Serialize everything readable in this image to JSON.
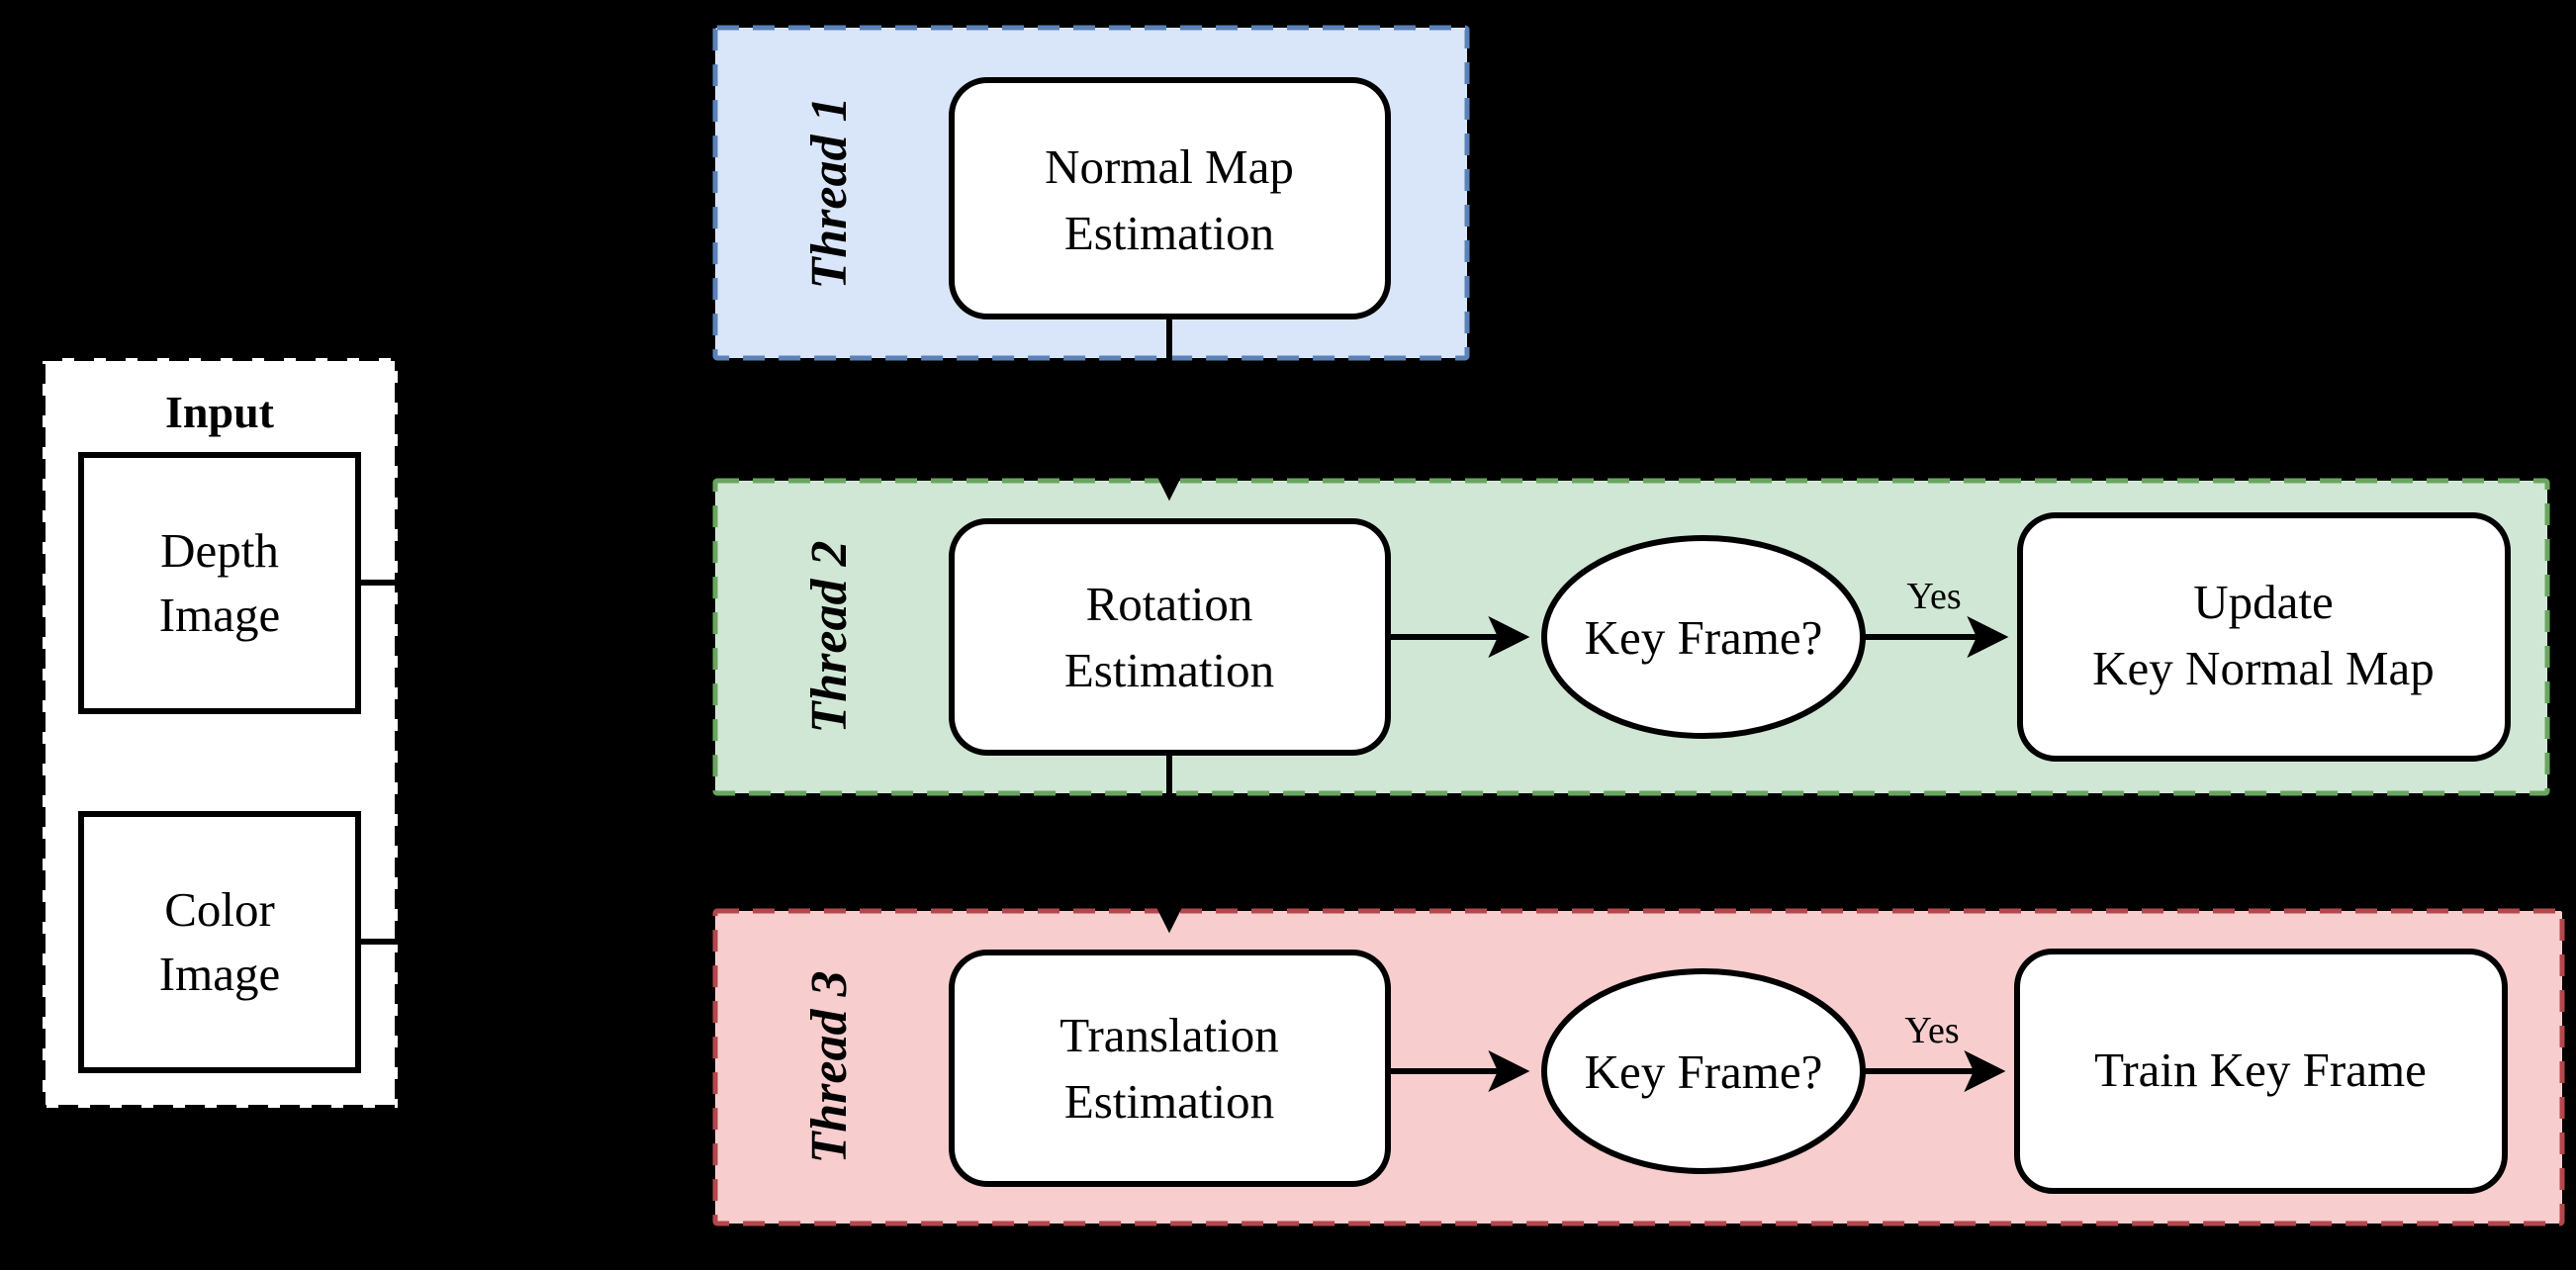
{
  "diagram": {
    "title_present": false,
    "background_color": "#000000",
    "input_panel": {
      "label": "Input",
      "fill": "#ffffff",
      "border_color": "#000000",
      "border_style": "dashed",
      "items": [
        {
          "label_line1": "Depth",
          "label_line2": "Image"
        },
        {
          "label_line1": "Color",
          "label_line2": "Image"
        }
      ]
    },
    "threads": [
      {
        "label": "Thread 1",
        "fill": "#d9e5f8",
        "border_color": "#5b82b8",
        "nodes": [
          {
            "type": "process",
            "line1": "Normal Map",
            "line2": "Estimation"
          }
        ],
        "edge_labels": []
      },
      {
        "label": "Thread 2",
        "fill": "#d1e7d5",
        "border_color": "#6aa55f",
        "nodes": [
          {
            "type": "process",
            "line1": "Rotation",
            "line2": "Estimation"
          },
          {
            "type": "decision",
            "line1": "Key Frame?",
            "line2": ""
          },
          {
            "type": "process",
            "line1": "Update",
            "line2": "Key Normal Map"
          }
        ],
        "edge_labels": [
          {
            "text": "Yes"
          }
        ]
      },
      {
        "label": "Thread 3",
        "fill": "#f7cdce",
        "border_color": "#b2474c",
        "nodes": [
          {
            "type": "process",
            "line1": "Translation",
            "line2": "Estimation"
          },
          {
            "type": "decision",
            "line1": "Key Frame?",
            "line2": ""
          },
          {
            "type": "process",
            "line1": "Train Key Frame",
            "line2": ""
          }
        ],
        "edge_labels": [
          {
            "text": "Yes"
          }
        ]
      }
    ]
  }
}
